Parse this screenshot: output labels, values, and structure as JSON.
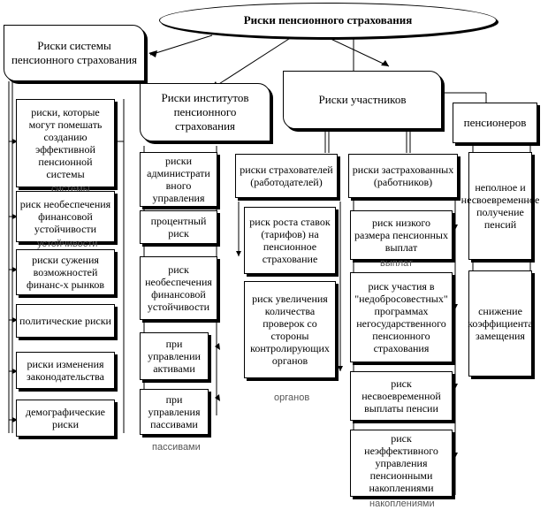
{
  "title": "Риски пенсионного страхования",
  "system": {
    "header": "Риски системы пенсионного страхования",
    "items": [
      "риски, которые могут помешать созданию эффективной пенсионной системы",
      "риск необеспечения финансовой устойчивости",
      "риски сужения возможностей финанс-х рынков",
      "политические риски",
      "риски изменения законодательства",
      "демографические риски"
    ],
    "ghosts": [
      "системы",
      "устойчивости"
    ]
  },
  "institutes": {
    "header": "Риски институтов пенсионного страхования",
    "items": [
      "риски администрати вного управления",
      "процентный риск",
      "риск необеспечения финансовой устойчивости",
      "при управлении активами",
      "при управления пассивами"
    ],
    "ghosts": [
      "пассивами"
    ]
  },
  "participants": {
    "header": "Риски участников",
    "employers": {
      "header": "риски страхователей (работодателей)",
      "items": [
        "риск роста ставок (тарифов) на пенсионное страхование",
        "риск увеличения количества проверок со стороны контролирующих органов"
      ],
      "ghosts": [
        "органов"
      ]
    },
    "workers": {
      "header": "риски застрахованных (работников)",
      "items": [
        "риск низкого размера пенсионных выплат",
        "риск участия в \"недобросовестных\" программах негосударственного пенсионного страхования",
        "риск несвоевременной выплаты пенсии",
        "риск неэффективного управления пенсионными накоплениями"
      ],
      "ghosts": [
        "выплат",
        "накоплениями"
      ]
    },
    "pensioners": {
      "header": "пенсионеров",
      "items": [
        "неполное и несвоевременное получение пенсий",
        "снижение коэффициента замещения"
      ]
    }
  }
}
